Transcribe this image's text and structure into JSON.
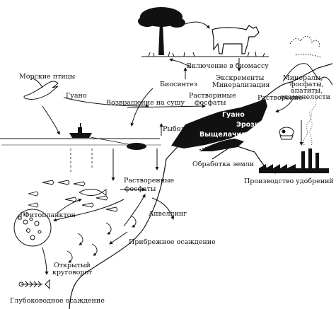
{
  "labels": {
    "biomass": "Включение в биомассу",
    "biosynthesis": "Биосинтез",
    "excrements": "Экскременты",
    "mineralization": "Минерализация",
    "soluble_phosphates_land_1": "Растворимые",
    "soluble_phosphates_land_2": "фосфаты",
    "dissolution": "Растворение",
    "minerals_1": "Минералы,",
    "minerals_2": "фосфаты,",
    "minerals_3": "апатиты,",
    "minerals_4": "окаменелости",
    "seabirds": "Морские птицы",
    "guano_bird": "Гуано",
    "return_to_land": "Возвращение на сушу",
    "fishing": "Рыболовство",
    "guano_land": "Гуано",
    "erosion": "Эрозия",
    "leaching": "Выщелачивание",
    "land_cultivation": "Обработка земли",
    "fertilizer_production": "Производство удобрений",
    "soluble_phosphates_sea_1": "Растворенные",
    "soluble_phosphates_sea_2": "фосфаты",
    "phytoplankton": "Фитопланктон",
    "upwelling": "Апвеллинг",
    "coastal_deposition": "Прибрежное осаждение",
    "open_cycle_1": "Открытый",
    "open_cycle_2": "круговорот",
    "deep_deposition": "Глубоководное осаждение"
  },
  "colors": {
    "ink": "#111111",
    "paper": "#ffffff"
  },
  "icons": [
    "tree-icon",
    "bull-icon",
    "seabird-icon",
    "fishing-boat-icon",
    "fish-icon",
    "skull-icon",
    "factory-icon",
    "fish-skeleton-icon"
  ]
}
